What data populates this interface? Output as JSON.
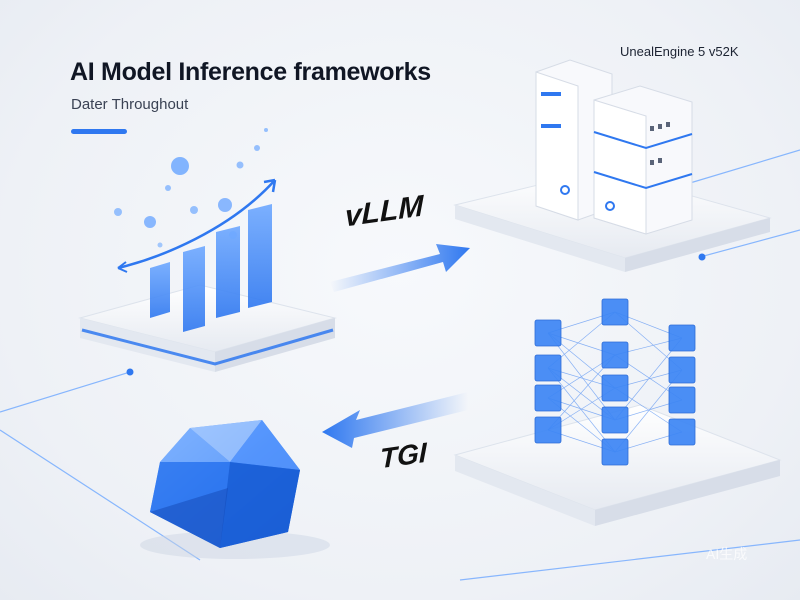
{
  "header": {
    "title": "AI Model Inference frameworks",
    "subtitle": "Dater Throughout",
    "accent_color": "#2f78f0"
  },
  "engine_label": "UnealEngine 5 v52K",
  "arrows": {
    "top_label": "vLLM",
    "bottom_label": "TGI"
  },
  "watermark": "AI生成",
  "palette": {
    "blue": "#2f78f0",
    "light_blue": "#6ea8ff",
    "platform": "#f4f6fa"
  },
  "icons": [
    "bar-chart-icon",
    "server-icon",
    "neural-network-icon",
    "crystal-icon"
  ]
}
